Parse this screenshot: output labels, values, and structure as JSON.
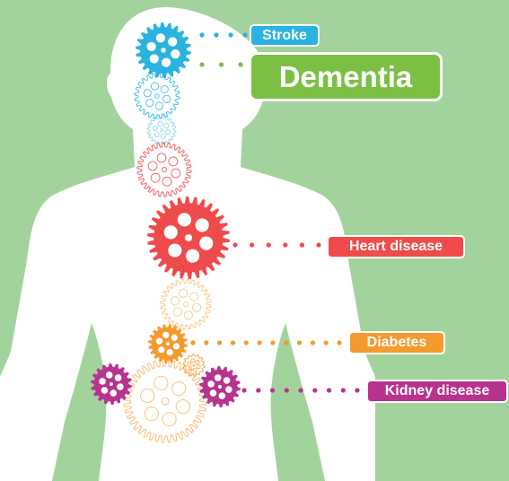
{
  "colors": {
    "background": "#a3d39c",
    "body_silhouette": "#ffffff",
    "stroke": "#2bb3e0",
    "dementia": "#7cbf45",
    "heart": "#ef4b4b",
    "diabetes": "#f59a2f",
    "kidney": "#b8338e"
  },
  "labels": {
    "stroke": "Stroke",
    "dementia": "Dementia",
    "heart": "Heart disease",
    "diabetes": "Diabetes",
    "kidney": "Kidney disease"
  },
  "icons": [
    "human-silhouette-icon",
    "gear-icon",
    "dotted-connector-icon"
  ]
}
